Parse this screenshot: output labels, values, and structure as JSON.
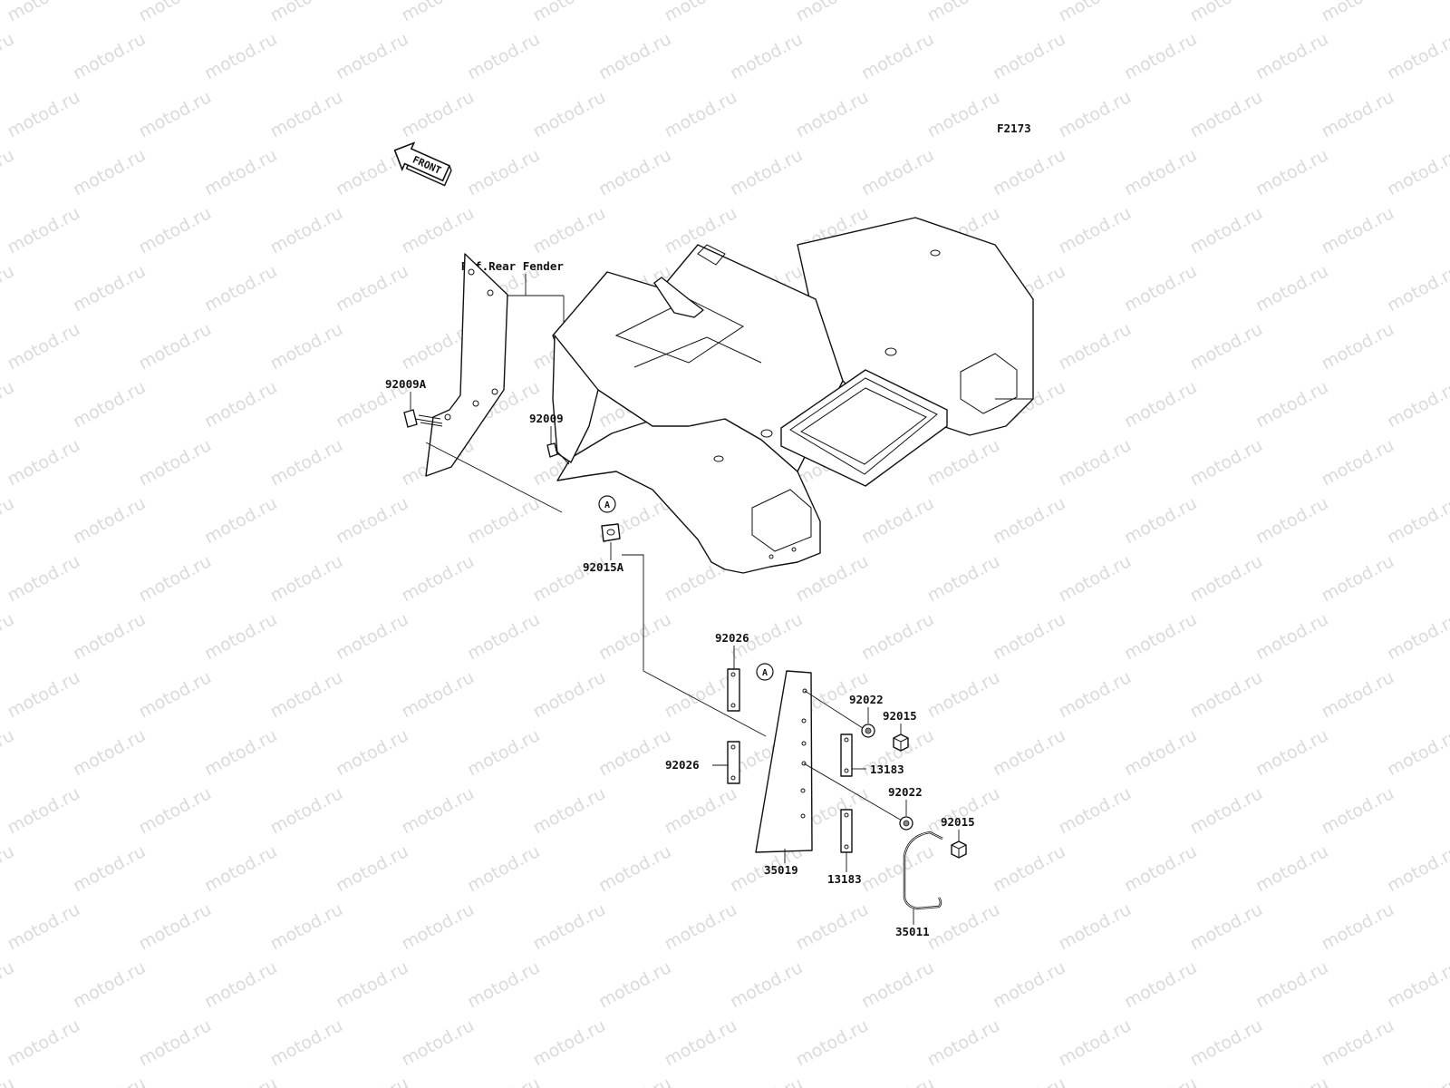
{
  "figure_code": "F2173",
  "front_label": "FRONT",
  "reference_label": "Ref.Rear Fender",
  "connector_mark": "A",
  "watermark_text": "motod.ru",
  "parts": [
    {
      "id": "92009A",
      "name": "part-label-92009A"
    },
    {
      "id": "92009",
      "name": "part-label-92009"
    },
    {
      "id": "92015A",
      "name": "part-label-92015A"
    },
    {
      "id": "92026",
      "name": "part-label-92026-top"
    },
    {
      "id": "92026",
      "name": "part-label-92026-bottom"
    },
    {
      "id": "92022",
      "name": "part-label-92022-top"
    },
    {
      "id": "92015",
      "name": "part-label-92015-top"
    },
    {
      "id": "13183",
      "name": "part-label-13183-top"
    },
    {
      "id": "92022",
      "name": "part-label-92022-bottom"
    },
    {
      "id": "92015",
      "name": "part-label-92015-bottom"
    },
    {
      "id": "35019",
      "name": "part-label-35019"
    },
    {
      "id": "13183",
      "name": "part-label-13183-bottom"
    },
    {
      "id": "35011",
      "name": "part-label-35011"
    }
  ]
}
